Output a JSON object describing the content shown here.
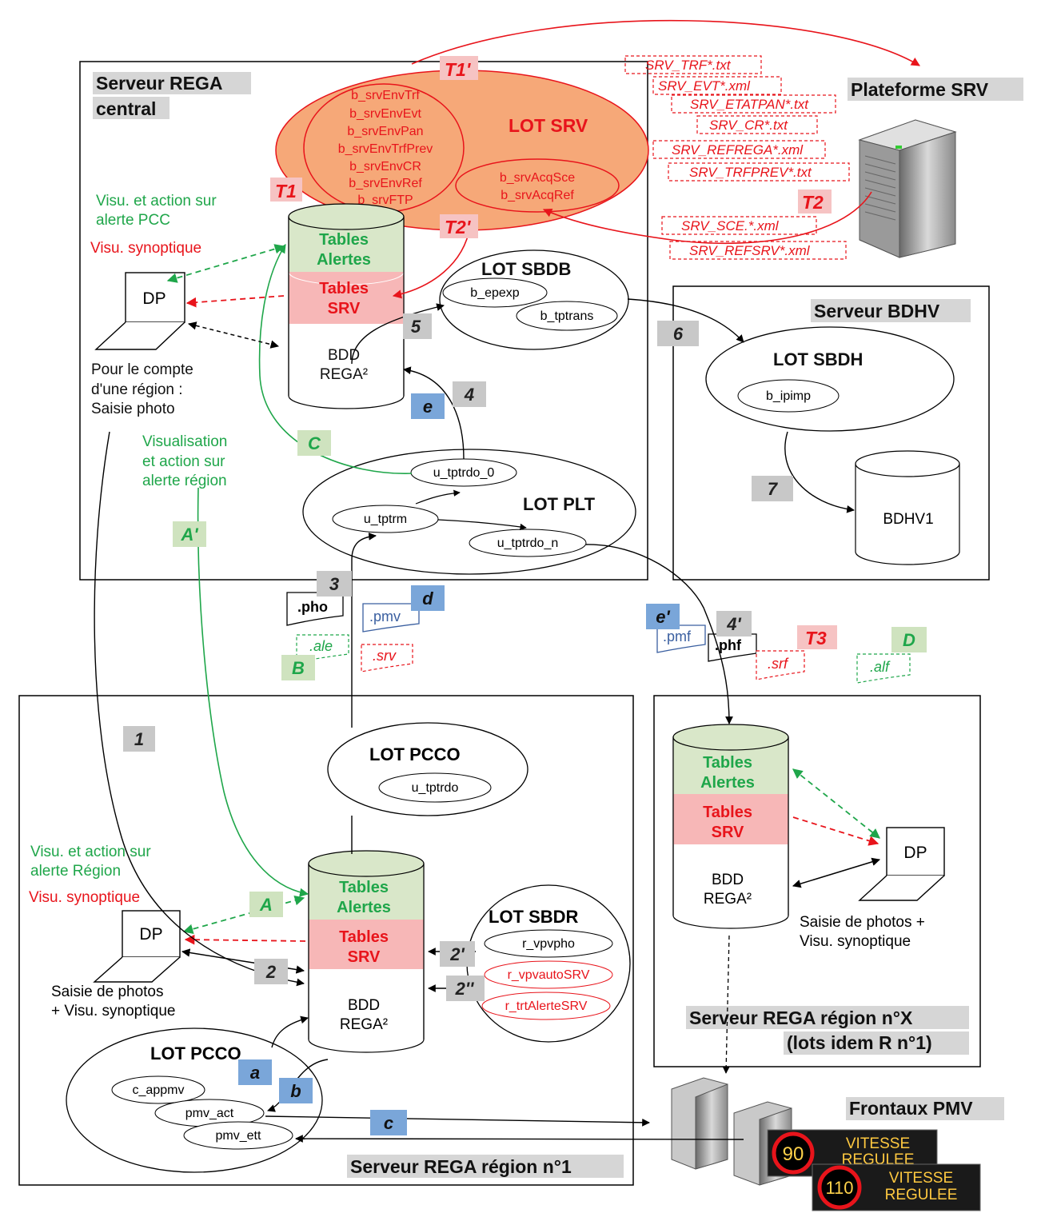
{
  "servers": {
    "central": {
      "title_1": "Serveur REGA",
      "title_2": "central"
    },
    "srv_platform": {
      "title": "Plateforme SRV"
    },
    "bdhv": {
      "title": "Serveur BDHV"
    },
    "region_1": {
      "title": "Serveur REGA région n°1"
    },
    "region_x": {
      "title_1": "Serveur REGA région n°X",
      "title_2": "(lots idem R n°1)"
    },
    "frontaux": {
      "title": "Frontaux PMV"
    }
  },
  "lots": {
    "srv": {
      "label": "LOT SRV",
      "items": [
        "b_srvEnvTrf",
        "b_srvEnvEvt",
        "b_srvEnvPan",
        "b_srvEnvTrfPrev",
        "b_srvEnvCR",
        "b_srvEnvRef",
        "b_srvFTP"
      ],
      "acq": [
        "b_srvAcqSce",
        "b_srvAcqRef"
      ]
    },
    "sbdb": {
      "label": "LOT SBDB",
      "items": [
        "b_epexp",
        "b_tptrans"
      ]
    },
    "sbdh": {
      "label": "LOT SBDH",
      "items": [
        "b_ipimp"
      ]
    },
    "plt": {
      "label": "LOT PLT",
      "items": [
        "u_tptrdo_0",
        "u_tptrm",
        "u_tptrdo_n"
      ]
    },
    "pcco_top": {
      "label": "LOT PCCO",
      "items": [
        "u_tptrdo"
      ]
    },
    "sbdr": {
      "label": "LOT SBDR",
      "items": [
        "r_vpvpho",
        "r_vpvautoSRV",
        "r_trtAlerteSRV"
      ]
    },
    "pcco_bottom": {
      "label": "LOT PCCO",
      "items": [
        "c_appmv",
        "pmv_act",
        "pmv_ett"
      ]
    }
  },
  "databases": {
    "tables_alertes_1": "Tables",
    "tables_alertes_2": "Alertes",
    "tables_srv_1": "Tables",
    "tables_srv_2": "SRV",
    "bdd_1": "BDD",
    "bdd_2": "REGA²",
    "bdhv1": "BDHV1"
  },
  "files": {
    "srv_out": [
      "SRV_TRF*.txt",
      "SRV_EVT*.xml",
      "SRV_ETATPAN*.txt",
      "SRV_CR*.txt",
      "SRV_REFREGA*.xml",
      "SRV_TRFPREV*.txt"
    ],
    "srv_in": [
      "SRV_SCE.*.xml",
      "SRV_REFSRV*.xml"
    ],
    "pho": ".pho",
    "pmv": ".pmv",
    "ale": ".ale",
    "srv": ".srv",
    "pmf": ".pmf",
    "phf": ".phf",
    "srf": ".srf",
    "alf": ".alf"
  },
  "badges": {
    "T1p": "T1'",
    "T1": "T1",
    "T2": "T2",
    "T2p": "T2'",
    "T3": "T3",
    "n1": "1",
    "n2": "2",
    "n2p": "2'",
    "n2pp": "2''",
    "n3": "3",
    "n4": "4",
    "n4p": "4'",
    "n5": "5",
    "n6": "6",
    "n7": "7",
    "a": "a",
    "b": "b",
    "c": "c",
    "d": "d",
    "e": "e",
    "ep": "e'",
    "A": "A",
    "Ap": "A'",
    "B": "B",
    "C": "C",
    "D": "D"
  },
  "workstations": {
    "dp": "DP",
    "central_green": [
      "Visu. et action sur",
      "alerte PCC"
    ],
    "central_red": "Visu. synoptique",
    "central_caption": [
      "Pour le compte",
      "d'une région :",
      "Saisie photo"
    ],
    "central_visu_region": [
      "Visualisation",
      "et action sur",
      "alerte région"
    ],
    "r1_green": [
      "Visu. et action sur",
      "alerte Région"
    ],
    "r1_red": "Visu. synoptique",
    "r1_caption": [
      "Saisie de photos",
      "+ Visu. synoptique"
    ],
    "rx_caption": [
      "Saisie de photos +",
      "Visu. synoptique"
    ]
  },
  "signs": {
    "speed_1": "90",
    "speed_2": "110",
    "text_1": "VITESSE",
    "text_2": "REGULEE"
  },
  "colors": {
    "green": "#1fa64a",
    "red": "#e8141b",
    "srv_fill": "#f6a878",
    "alertes_fill": "#d9e7c9",
    "srv_table_fill": "#f7b7b7",
    "gray_badge": "#c8c8c8",
    "blue_badge": "#7aa6d9",
    "green_badge": "#cfe3bf",
    "pink_badge": "#f6c3c3"
  }
}
